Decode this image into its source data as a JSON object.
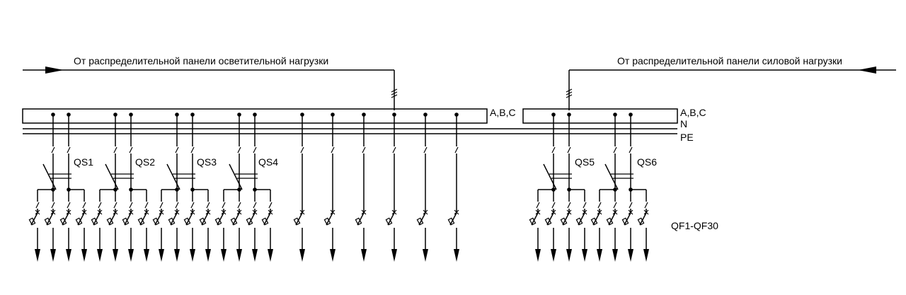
{
  "feeds": {
    "lighting_label": "От распределительной панели осветительной нагрузки",
    "power_label": "От распределительной панели силовой нагрузки"
  },
  "buses": {
    "phases_left": "A,B,C",
    "phases_right": "A,B,C",
    "neutral": "N",
    "protective_earth": "PE"
  },
  "switches": {
    "qs1": "QS1",
    "qs2": "QS2",
    "qs3": "QS3",
    "qs4": "QS4",
    "qs5": "QS5",
    "qs6": "QS6"
  },
  "breakers_label": "QF1-QF30",
  "colors": {
    "line": "#000000",
    "background": "#ffffff"
  }
}
